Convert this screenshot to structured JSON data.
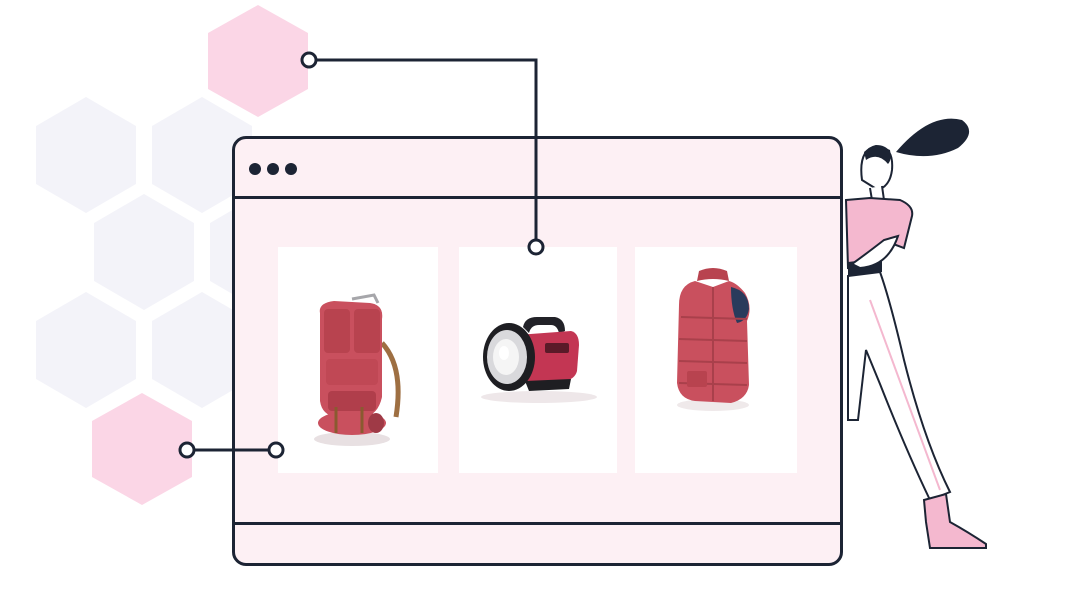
{
  "colors": {
    "ink": "#1c2434",
    "window_bg": "#fdf0f4",
    "hex_pink": "#fbd6e6",
    "hex_faint": "#f3f3f9",
    "product_red": "#c9505e",
    "shirt_pink": "#f4b8cf"
  },
  "window": {
    "controls": [
      "dot",
      "dot",
      "dot"
    ]
  },
  "products": [
    {
      "icon": "backpack-icon"
    },
    {
      "icon": "lantern-flashlight-icon"
    },
    {
      "icon": "puffer-vest-icon"
    }
  ]
}
